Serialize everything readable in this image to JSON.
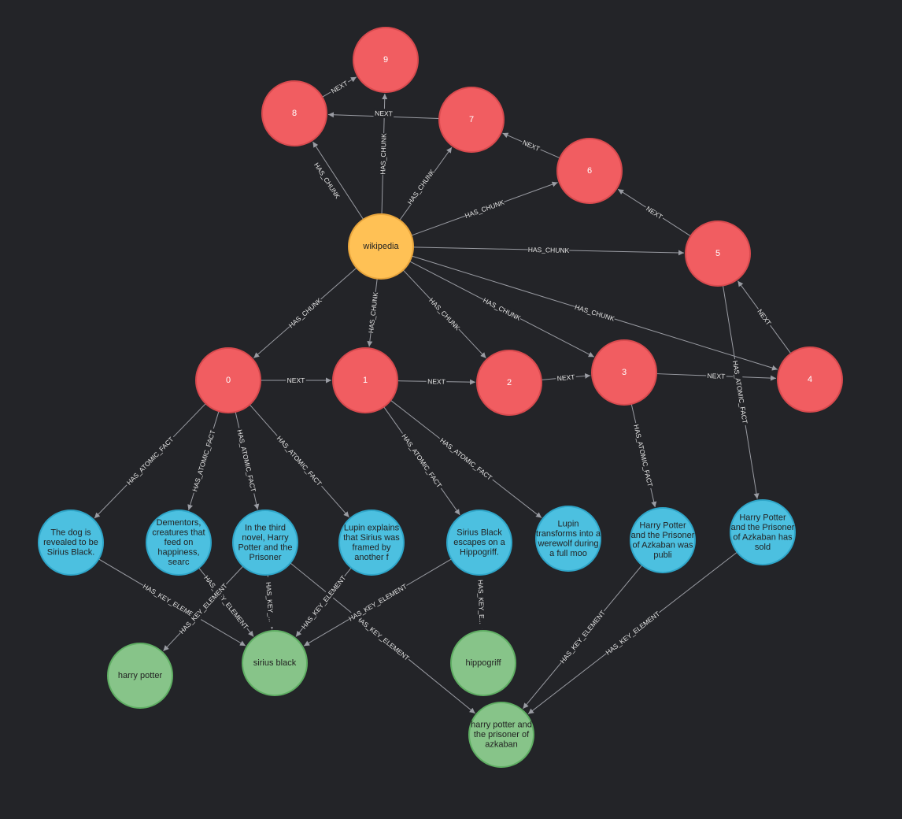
{
  "colors": {
    "background": "#232428",
    "document": {
      "fill": "#ffc155",
      "stroke": "#e8a53c"
    },
    "chunk": {
      "fill": "#f15d61",
      "stroke": "#d84a4e"
    },
    "fact": {
      "fill": "#4cc0e0",
      "stroke": "#2fa6c9"
    },
    "element": {
      "fill": "#87c489",
      "stroke": "#5fae63"
    },
    "edge": "#9a9ca3",
    "edge_text": "#e6e6e6"
  },
  "nodes": [
    {
      "id": "doc",
      "type": "document",
      "lines": [
        "wikipedia"
      ]
    },
    {
      "id": "c0",
      "type": "chunk",
      "lines": [
        "0"
      ]
    },
    {
      "id": "c1",
      "type": "chunk",
      "lines": [
        "1"
      ]
    },
    {
      "id": "c2",
      "type": "chunk",
      "lines": [
        "2"
      ]
    },
    {
      "id": "c3",
      "type": "chunk",
      "lines": [
        "3"
      ]
    },
    {
      "id": "c4",
      "type": "chunk",
      "lines": [
        "4"
      ]
    },
    {
      "id": "c5",
      "type": "chunk",
      "lines": [
        "5"
      ]
    },
    {
      "id": "c6",
      "type": "chunk",
      "lines": [
        "6"
      ]
    },
    {
      "id": "c7",
      "type": "chunk",
      "lines": [
        "7"
      ]
    },
    {
      "id": "c8",
      "type": "chunk",
      "lines": [
        "8"
      ]
    },
    {
      "id": "c9",
      "type": "chunk",
      "lines": [
        "9"
      ]
    },
    {
      "id": "f1",
      "type": "fact",
      "lines": [
        "The dog is",
        "revealed to be",
        "Sirius Black."
      ]
    },
    {
      "id": "f2",
      "type": "fact",
      "lines": [
        "Dementors,",
        "creatures that",
        "feed on",
        "happiness,",
        "searc"
      ]
    },
    {
      "id": "f3",
      "type": "fact",
      "lines": [
        "In the third",
        "novel, Harry",
        "Potter and the",
        "Prisoner"
      ]
    },
    {
      "id": "f4",
      "type": "fact",
      "lines": [
        "Lupin explains",
        "that Sirius was",
        "framed by",
        "another f"
      ]
    },
    {
      "id": "f5",
      "type": "fact",
      "lines": [
        "Sirius Black",
        "escapes on a",
        "Hippogriff."
      ]
    },
    {
      "id": "f6",
      "type": "fact",
      "lines": [
        "Lupin",
        "transforms into a",
        "werewolf during",
        "a full moo"
      ]
    },
    {
      "id": "f7",
      "type": "fact",
      "lines": [
        "Harry Potter",
        "and the Prisoner",
        "of Azkaban was",
        "publi"
      ]
    },
    {
      "id": "f8",
      "type": "fact",
      "lines": [
        "Harry Potter",
        "and the Prisoner",
        "of Azkaban has",
        "sold"
      ]
    },
    {
      "id": "k1",
      "type": "element",
      "lines": [
        "harry potter"
      ]
    },
    {
      "id": "k2",
      "type": "element",
      "lines": [
        "sirius black"
      ]
    },
    {
      "id": "k3",
      "type": "element",
      "lines": [
        "hippogriff"
      ]
    },
    {
      "id": "k4",
      "type": "element",
      "lines": [
        "harry potter and",
        "the prisoner of",
        "azkaban"
      ]
    }
  ],
  "edges": [
    {
      "from": "doc",
      "to": "c0",
      "label": "HAS_CHUNK"
    },
    {
      "from": "doc",
      "to": "c1",
      "label": "HAS_CHUNK"
    },
    {
      "from": "doc",
      "to": "c2",
      "label": "HAS_CHUNK"
    },
    {
      "from": "doc",
      "to": "c3",
      "label": "HAS_CHUNK"
    },
    {
      "from": "doc",
      "to": "c4",
      "label": "HAS_CHUNK"
    },
    {
      "from": "doc",
      "to": "c5",
      "label": "HAS_CHUNK"
    },
    {
      "from": "doc",
      "to": "c6",
      "label": "HAS_CHUNK"
    },
    {
      "from": "doc",
      "to": "c7",
      "label": "HAS_CHUNK"
    },
    {
      "from": "doc",
      "to": "c8",
      "label": "HAS_CHUNK"
    },
    {
      "from": "doc",
      "to": "c9",
      "label": "HAS_CHUNK"
    },
    {
      "from": "c0",
      "to": "c1",
      "label": "NEXT"
    },
    {
      "from": "c1",
      "to": "c2",
      "label": "NEXT"
    },
    {
      "from": "c2",
      "to": "c3",
      "label": "NEXT"
    },
    {
      "from": "c3",
      "to": "c4",
      "label": "NEXT"
    },
    {
      "from": "c4",
      "to": "c5",
      "label": "NEXT"
    },
    {
      "from": "c5",
      "to": "c6",
      "label": "NEXT"
    },
    {
      "from": "c6",
      "to": "c7",
      "label": "NEXT"
    },
    {
      "from": "c7",
      "to": "c8",
      "label": "NEXT"
    },
    {
      "from": "c8",
      "to": "c9",
      "label": "NEXT"
    },
    {
      "from": "c0",
      "to": "f1",
      "label": "HAS_ATOMIC_FACT"
    },
    {
      "from": "c0",
      "to": "f2",
      "label": "HAS_ATOMIC_FACT"
    },
    {
      "from": "c0",
      "to": "f3",
      "label": "HAS_ATOMIC_FACT"
    },
    {
      "from": "c0",
      "to": "f4",
      "label": "HAS_ATOMIC_FACT"
    },
    {
      "from": "c1",
      "to": "f5",
      "label": "HAS_ATOMIC_FACT"
    },
    {
      "from": "c1",
      "to": "f6",
      "label": "HAS_ATOMIC_FACT"
    },
    {
      "from": "c3",
      "to": "f7",
      "label": "HAS_ATOMIC_FACT"
    },
    {
      "from": "c5",
      "to": "f8",
      "label": "HAS_ATOMIC_FACT"
    },
    {
      "from": "f1",
      "to": "k2",
      "label": "HAS_KEY_ELEMENT"
    },
    {
      "from": "f2",
      "to": "k2",
      "label": "HAS_KEY_ELEMENT"
    },
    {
      "from": "f3",
      "to": "k1",
      "label": "HAS_KEY_ELEMENT"
    },
    {
      "from": "f3",
      "to": "k2",
      "label": "HAS_KEY_..."
    },
    {
      "from": "f3",
      "to": "k4",
      "label": "HAS_KEY_ELEMENT"
    },
    {
      "from": "f4",
      "to": "k2",
      "label": "HAS_KEY_ELEMENT"
    },
    {
      "from": "f5",
      "to": "k2",
      "label": "HAS_KEY_ELEMENT"
    },
    {
      "from": "f5",
      "to": "k3",
      "label": "HAS_KEY_E..."
    },
    {
      "from": "f7",
      "to": "k4",
      "label": "HAS_KEY_ELEMENT"
    },
    {
      "from": "f8",
      "to": "k4",
      "label": "HAS_KEY_ELEMENT"
    }
  ]
}
